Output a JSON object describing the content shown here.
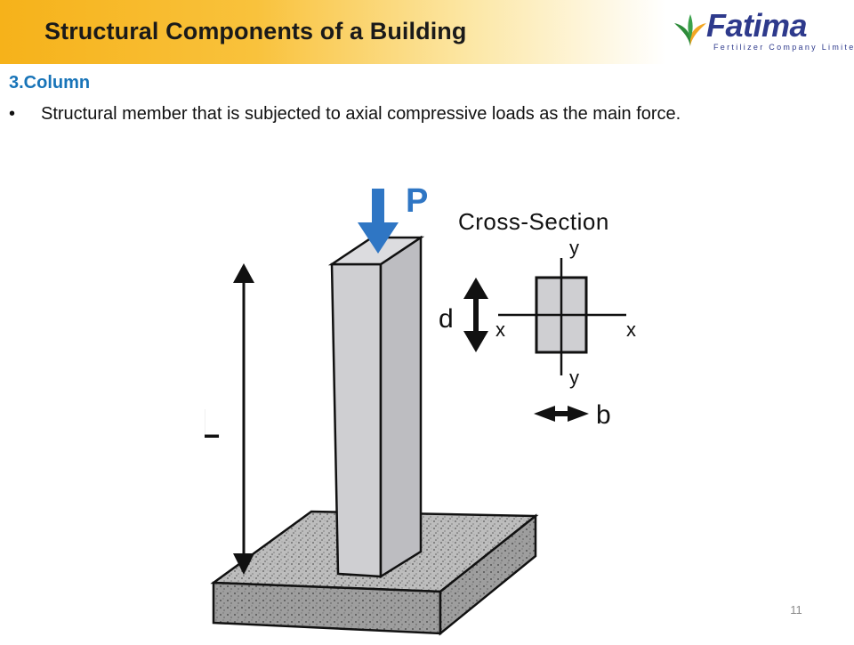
{
  "header": {
    "title": "Structural Components of a Building",
    "logo": {
      "name": "Fatima",
      "tagline": "Fertilizer Company Limited"
    }
  },
  "content": {
    "heading": "3.Column",
    "bullets": [
      "Structural member that is subjected to axial compressive loads as the main force."
    ]
  },
  "figure": {
    "load_label": "P",
    "length_label": "L",
    "cross_section_label": "Cross-Section",
    "depth_label": "d",
    "width_label": "b",
    "x_axis_label": "x",
    "y_axis_label": "y"
  },
  "footer": {
    "page_number": "11"
  },
  "colors": {
    "accent_heading": "#1874b8",
    "header_gold": "#f6b21a",
    "load_arrow": "#2f76c4",
    "logo_blue": "#2e3a8c"
  }
}
